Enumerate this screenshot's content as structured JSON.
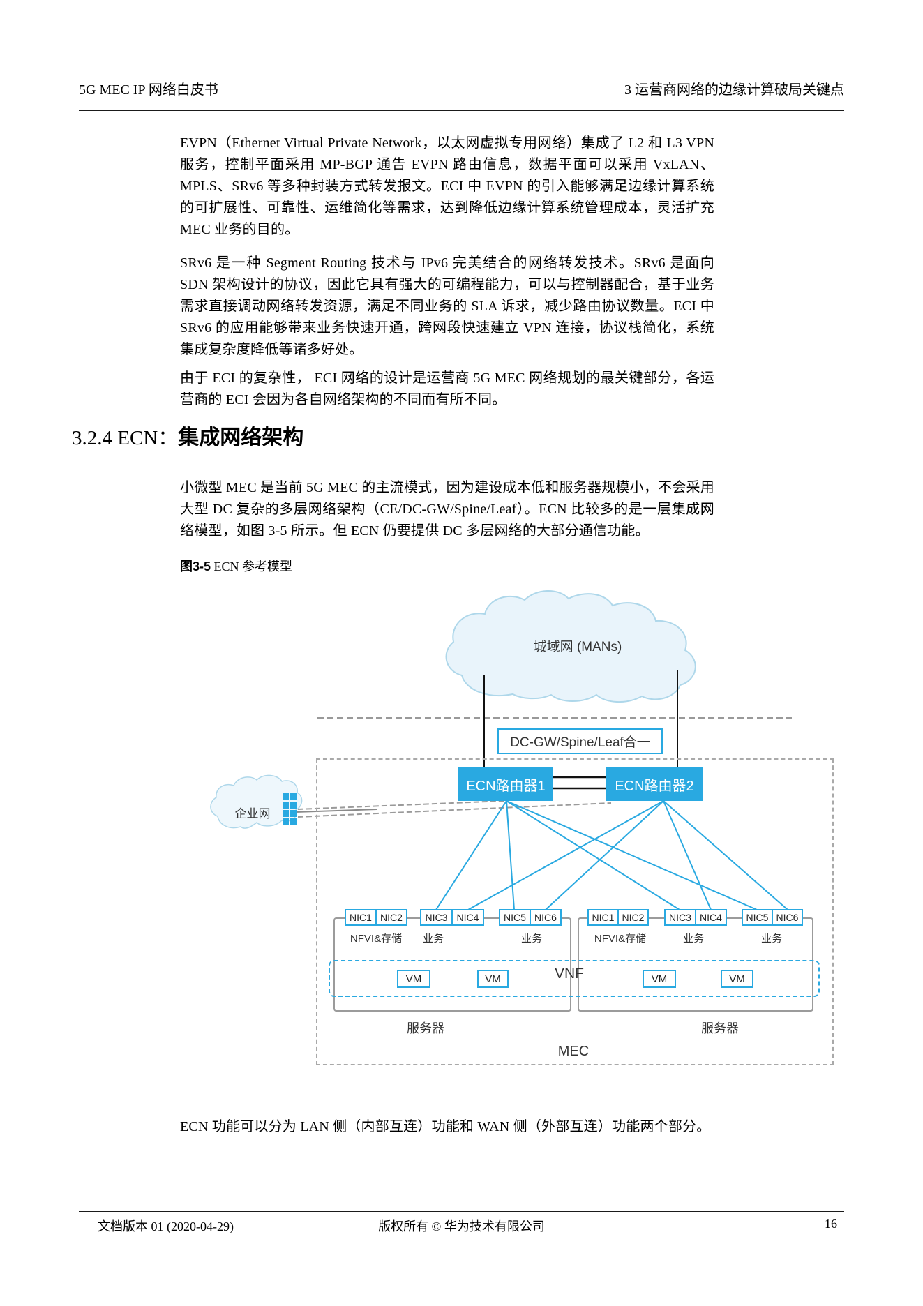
{
  "header": {
    "left": "5G MEC IP 网络白皮书",
    "right": "3  运营商网络的边缘计算破局关键点"
  },
  "paragraphs": {
    "p1": "EVPN（Ethernet Virtual Private Network，以太网虚拟专用网络）集成了 L2 和 L3 VPN 服务，控制平面采用 MP-BGP 通告 EVPN 路由信息，数据平面可以采用 VxLAN、MPLS、SRv6 等多种封装方式转发报文。ECI 中 EVPN 的引入能够满足边缘计算系统的可扩展性、可靠性、运维简化等需求，达到降低边缘计算系统管理成本，灵活扩充 MEC 业务的目的。",
    "p2": "SRv6 是一种 Segment Routing 技术与 IPv6 完美结合的网络转发技术。SRv6 是面向 SDN 架构设计的协议，因此它具有强大的可编程能力，可以与控制器配合，基于业务需求直接调动网络转发资源，满足不同业务的 SLA 诉求，减少路由协议数量。ECI 中 SRv6 的应用能够带来业务快速开通，跨网段快速建立 VPN 连接，协议栈简化，系统集成复杂度降低等诸多好处。",
    "p3": "由于 ECI 的复杂性， ECI 网络的设计是运营商 5G MEC 网络规划的最关键部分，各运营商的 ECI 会因为各自网络架构的不同而有所不同。",
    "p4": "小微型 MEC 是当前 5G MEC 的主流模式，因为建设成本低和服务器规模小，不会采用大型 DC 复杂的多层网络架构（CE/DC-GW/Spine/Leaf）。ECN 比较多的是一层集成网络模型，如图 3-5 所示。但 ECN 仍要提供 DC 多层网络的大部分通信功能。",
    "p5": "ECN 功能可以分为 LAN 侧（内部互连）功能和 WAN 侧（外部互连）功能两个部分。"
  },
  "heading": {
    "number": "3.2.4 ECN：",
    "title": "集成网络架构"
  },
  "figure_caption": {
    "prefix": "图3-5",
    "rest": " ECN 参考模型"
  },
  "figure": {
    "man_cloud_label": "城域网 (MANs)",
    "enterprise_cloud_label": "企业网",
    "dcgw_label": "DC-GW/Spine/Leaf合一",
    "router1_label": "ECN路由器1",
    "router2_label": "ECN路由器2",
    "vnf_label": "VNF",
    "vm_label": "VM",
    "mec_label": "MEC",
    "servers": [
      {
        "nics": [
          "NIC1",
          "NIC2",
          "NIC3",
          "NIC4",
          "NIC5",
          "NIC6"
        ],
        "groups": [
          "NFVI&存储",
          "业务",
          "业务"
        ],
        "label": "服务器"
      },
      {
        "nics": [
          "NIC1",
          "NIC2",
          "NIC3",
          "NIC4",
          "NIC5",
          "NIC6"
        ],
        "groups": [
          "NFVI&存储",
          "业务",
          "业务"
        ],
        "label": "服务器"
      }
    ]
  },
  "footer": {
    "left": "文档版本 01 (2020-04-29)",
    "center": "版权所有 © 华为技术有限公司",
    "page": "16"
  },
  "colors": {
    "accent_blue": "#29a9e1",
    "cloud_fill": "#e9f4fb",
    "cloud_stroke": "#aed7ea",
    "gray_dash": "#a9a9a9",
    "server_gray": "#9b9b9b"
  }
}
